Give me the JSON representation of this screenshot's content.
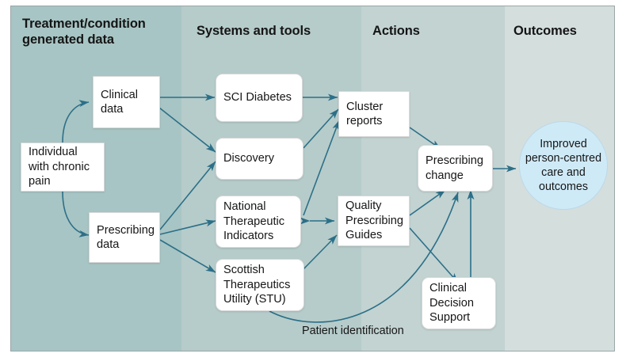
{
  "figure": {
    "type": "flowchart",
    "title": "",
    "columns": [
      {
        "id": "col-1",
        "label": "Treatment/condition generated data",
        "color": "#a7c5c4"
      },
      {
        "id": "col-2",
        "label": "Systems and tools",
        "color": "#b6ccca"
      },
      {
        "id": "col-3",
        "label": "Actions",
        "color": "#c2d3d2"
      },
      {
        "id": "col-4",
        "label": "Outcomes",
        "color": "#d4dedd"
      }
    ],
    "nodes": [
      {
        "id": "individual",
        "label": "Individual with chronic pain",
        "column": "col-1",
        "shape": "rect"
      },
      {
        "id": "clinical",
        "label": "Clinical data",
        "column": "col-1",
        "shape": "rect"
      },
      {
        "id": "prescribing",
        "label": "Prescribing data",
        "column": "col-1",
        "shape": "rect"
      },
      {
        "id": "sci",
        "label": "SCI Diabetes",
        "column": "col-2",
        "shape": "rounded"
      },
      {
        "id": "discovery",
        "label": "Discovery",
        "column": "col-2",
        "shape": "rounded"
      },
      {
        "id": "nti",
        "label": "National Therapeutic Indicators",
        "column": "col-2",
        "shape": "rounded"
      },
      {
        "id": "stu",
        "label": "Scottish Therapeutics Utility (STU)",
        "column": "col-2",
        "shape": "rounded"
      },
      {
        "id": "cluster",
        "label": "Cluster reports",
        "column": "col-3",
        "shape": "rect"
      },
      {
        "id": "qpg",
        "label": "Quality Prescribing Guides",
        "column": "col-3",
        "shape": "rect"
      },
      {
        "id": "cds",
        "label": "Clinical Decision Support",
        "column": "col-3",
        "shape": "rounded"
      },
      {
        "id": "change",
        "label": "Prescribing change",
        "column": "col-3",
        "shape": "rounded"
      },
      {
        "id": "outcome",
        "label": "Improved person-centred care and outcomes",
        "column": "col-4",
        "shape": "circle"
      }
    ],
    "edges": [
      {
        "from": "individual",
        "to": "clinical",
        "label": ""
      },
      {
        "from": "individual",
        "to": "prescribing",
        "label": ""
      },
      {
        "from": "clinical",
        "to": "sci",
        "label": ""
      },
      {
        "from": "clinical",
        "to": "discovery",
        "label": ""
      },
      {
        "from": "prescribing",
        "to": "discovery",
        "label": ""
      },
      {
        "from": "prescribing",
        "to": "nti",
        "label": ""
      },
      {
        "from": "prescribing",
        "to": "stu",
        "label": ""
      },
      {
        "from": "sci",
        "to": "cluster",
        "label": ""
      },
      {
        "from": "discovery",
        "to": "cluster",
        "label": ""
      },
      {
        "from": "nti",
        "to": "cluster",
        "label": ""
      },
      {
        "from": "nti",
        "to": "qpg",
        "label": "",
        "bidirectional": true
      },
      {
        "from": "stu",
        "to": "qpg",
        "label": ""
      },
      {
        "from": "cluster",
        "to": "change",
        "label": ""
      },
      {
        "from": "qpg",
        "to": "change",
        "label": ""
      },
      {
        "from": "qpg",
        "to": "cds",
        "label": ""
      },
      {
        "from": "cds",
        "to": "change",
        "label": ""
      },
      {
        "from": "stu",
        "to": "change",
        "label": "Patient identification"
      },
      {
        "from": "change",
        "to": "outcome",
        "label": ""
      }
    ],
    "edge_labels": [
      {
        "id": "patient-identification",
        "text": "Patient identification"
      }
    ],
    "colors": {
      "arrow": "#2c6f88",
      "node_fill": "#ffffff",
      "outcome_fill": "#cfeaf7",
      "frame_border": "#9aa6a6",
      "text": "#161616"
    }
  }
}
